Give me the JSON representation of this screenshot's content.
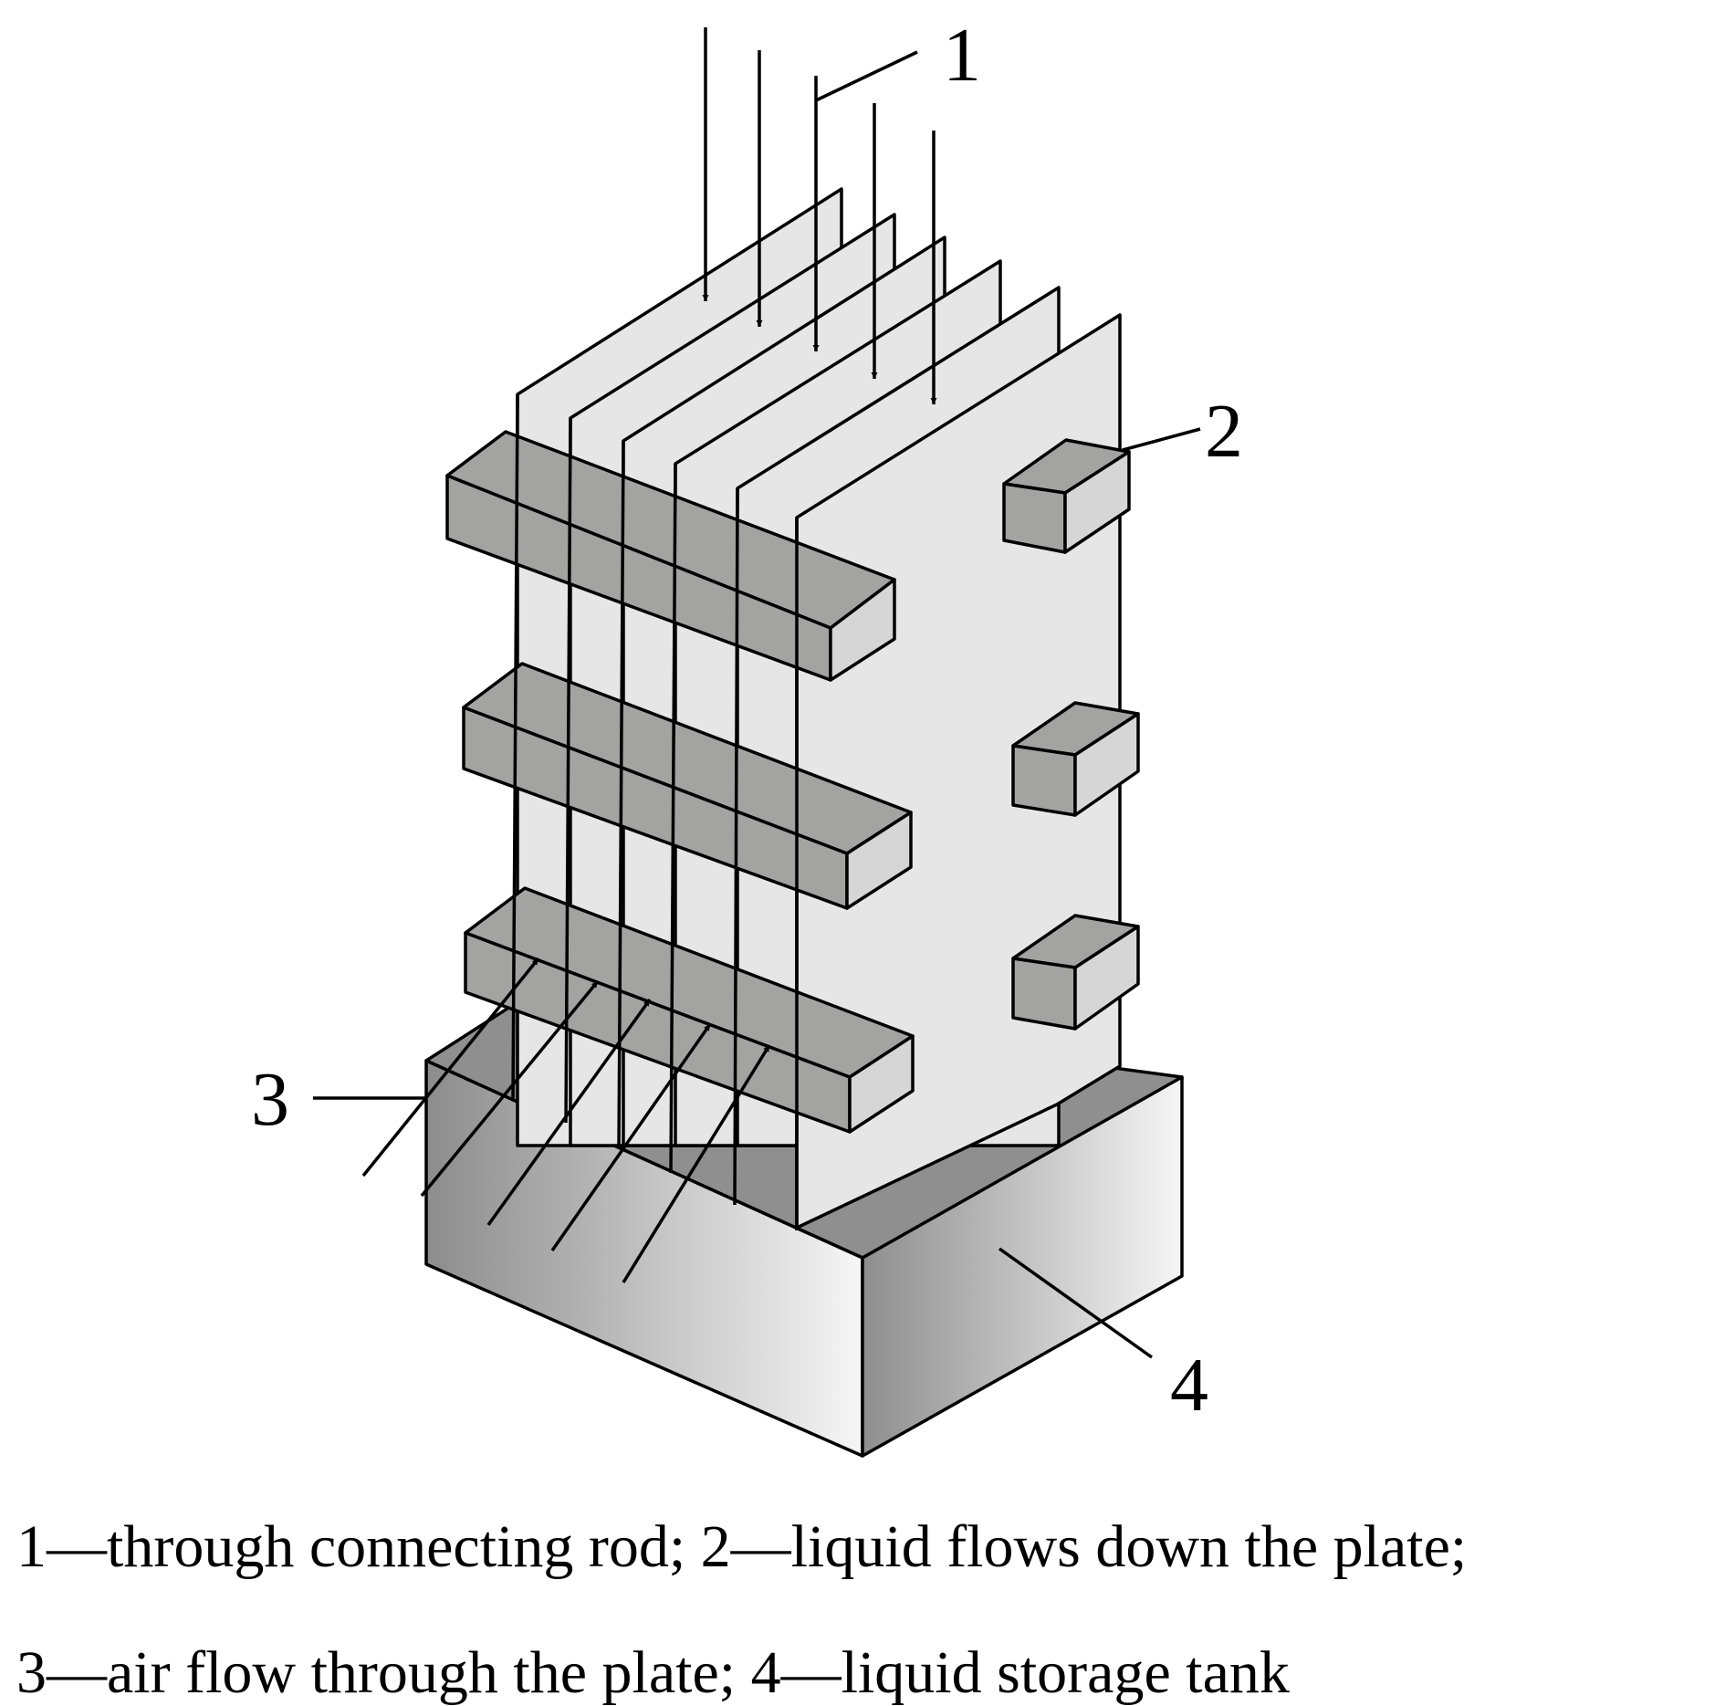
{
  "labels": {
    "l1": "1",
    "l2": "2",
    "l3": "3",
    "l4": "4"
  },
  "caption": {
    "line1": "1—through connecting rod; 2—liquid flows down the plate;",
    "line2": "3—air flow through the plate; 4—liquid storage tank"
  },
  "colors": {
    "plate": "#e6e6e6",
    "rod": "#a3a3a1",
    "rod_end": "#d6d6d6",
    "tank_top": "#8f8f8f",
    "tank_dark": "#8c8c8c",
    "tank_light": "#f6f6f6"
  }
}
